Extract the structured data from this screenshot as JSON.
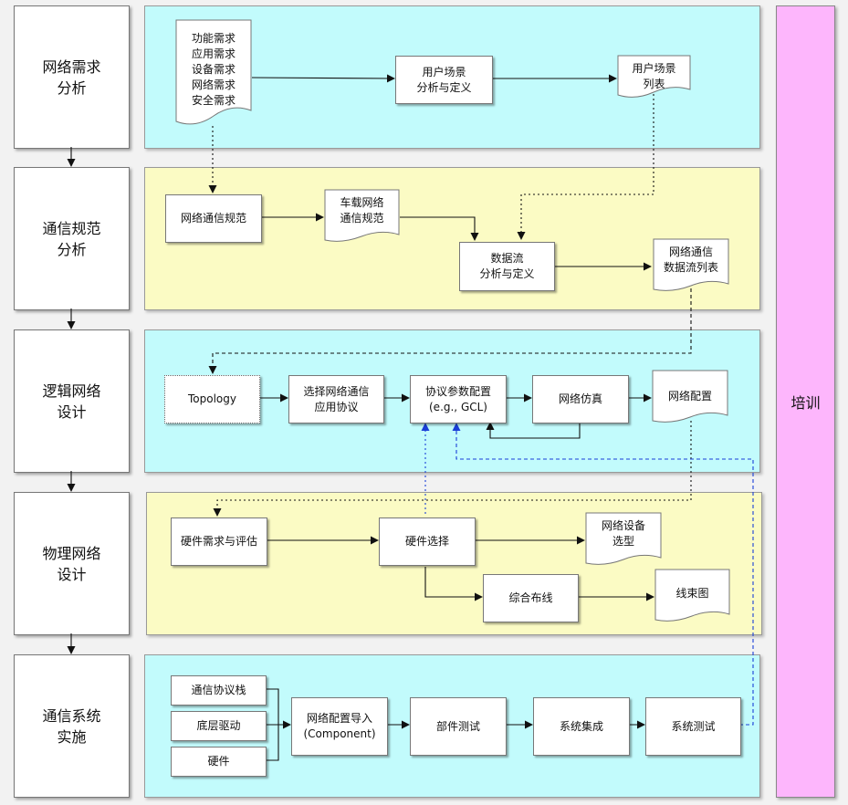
{
  "phases": [
    "网络需求\n分析",
    "通信规范\n分析",
    "逻辑网络\n设计",
    "物理网络\n设计",
    "通信系统\n实施"
  ],
  "training_label": "培训",
  "nodes": {
    "requirements_doc": "功能需求\n应用需求\n设备需求\n网络需求\n安全需求",
    "user_scenario": "用户场景\n分析与定义",
    "user_scenario_list": "用户场景\n列表",
    "network_comm_spec": "网络通信规范",
    "vehicle_network_spec": "车载网络\n通信规范",
    "data_flow": "数据流\n分析与定义",
    "data_flow_list": "网络通信\n数据流列表",
    "topology": "Topology",
    "select_protocol": "选择网络通信\n应用协议",
    "protocol_params": "协议参数配置\n(e.g., GCL)",
    "network_simulation": "网络仿真",
    "network_config": "网络配置",
    "hw_requirements": "硬件需求与评估",
    "hw_selection": "硬件选择",
    "network_device_selection": "网络设备\n选型",
    "integrated_wiring": "综合布线",
    "harness_diagram": "线束图",
    "protocol_stack": "通信协议栈",
    "low_level_driver": "底层驱动",
    "hardware": "硬件",
    "config_import": "网络配置导入\n(Component)",
    "component_test": "部件测试",
    "system_integration": "系统集成",
    "system_test": "系统测试"
  }
}
